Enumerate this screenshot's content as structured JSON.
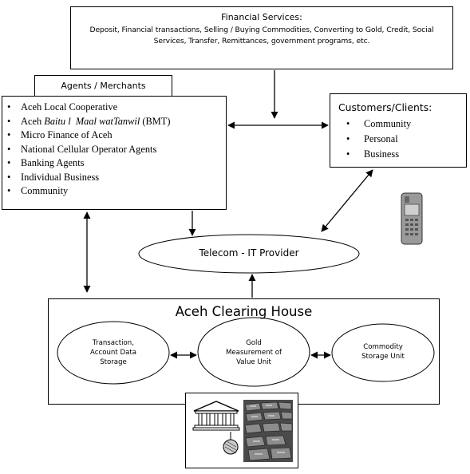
{
  "financial_services": {
    "title": "Financial Services:",
    "description": "Deposit, Financial transactions, Selling / Buying Commodities, Converting to Gold, Credit, Social Services, Transfer, Remittances, government programs, etc."
  },
  "agents": {
    "title": "Agents / Merchants",
    "items": [
      {
        "text": "Aceh Local Cooperative"
      },
      {
        "prefix": "Aceh ",
        "italic": "Baitu l  Maal watTanwil",
        "suffix": " (BMT)"
      },
      {
        "text": "Micro Finance of Aceh"
      },
      {
        "text": "National Cellular Operator Agents"
      },
      {
        "text": "Banking Agents"
      },
      {
        "text": "Individual Business"
      },
      {
        "text": "Community"
      }
    ]
  },
  "customers": {
    "title": "Customers/Clients:",
    "items": [
      "Community",
      "Personal",
      "Business"
    ]
  },
  "telecom": {
    "label": "Telecom - IT Provider"
  },
  "clearing_house": {
    "title": "Aceh Clearing House",
    "units": [
      {
        "line1": "Transaction,",
        "line2": "Account Data",
        "line3": "Storage"
      },
      {
        "line1": "Gold",
        "line2": "Measurement of",
        "line3": "Value Unit"
      },
      {
        "line1": "Commodity",
        "line2": "Storage Unit",
        "line3": ""
      }
    ]
  },
  "colors": {
    "stroke": "#000000",
    "background": "#ffffff",
    "phone_body": "#8a8a8a",
    "gold_photo": "#5a5a5a"
  },
  "icons": [
    "mobile-phone-icon",
    "bank-building-icon",
    "gold-bars-photo"
  ]
}
